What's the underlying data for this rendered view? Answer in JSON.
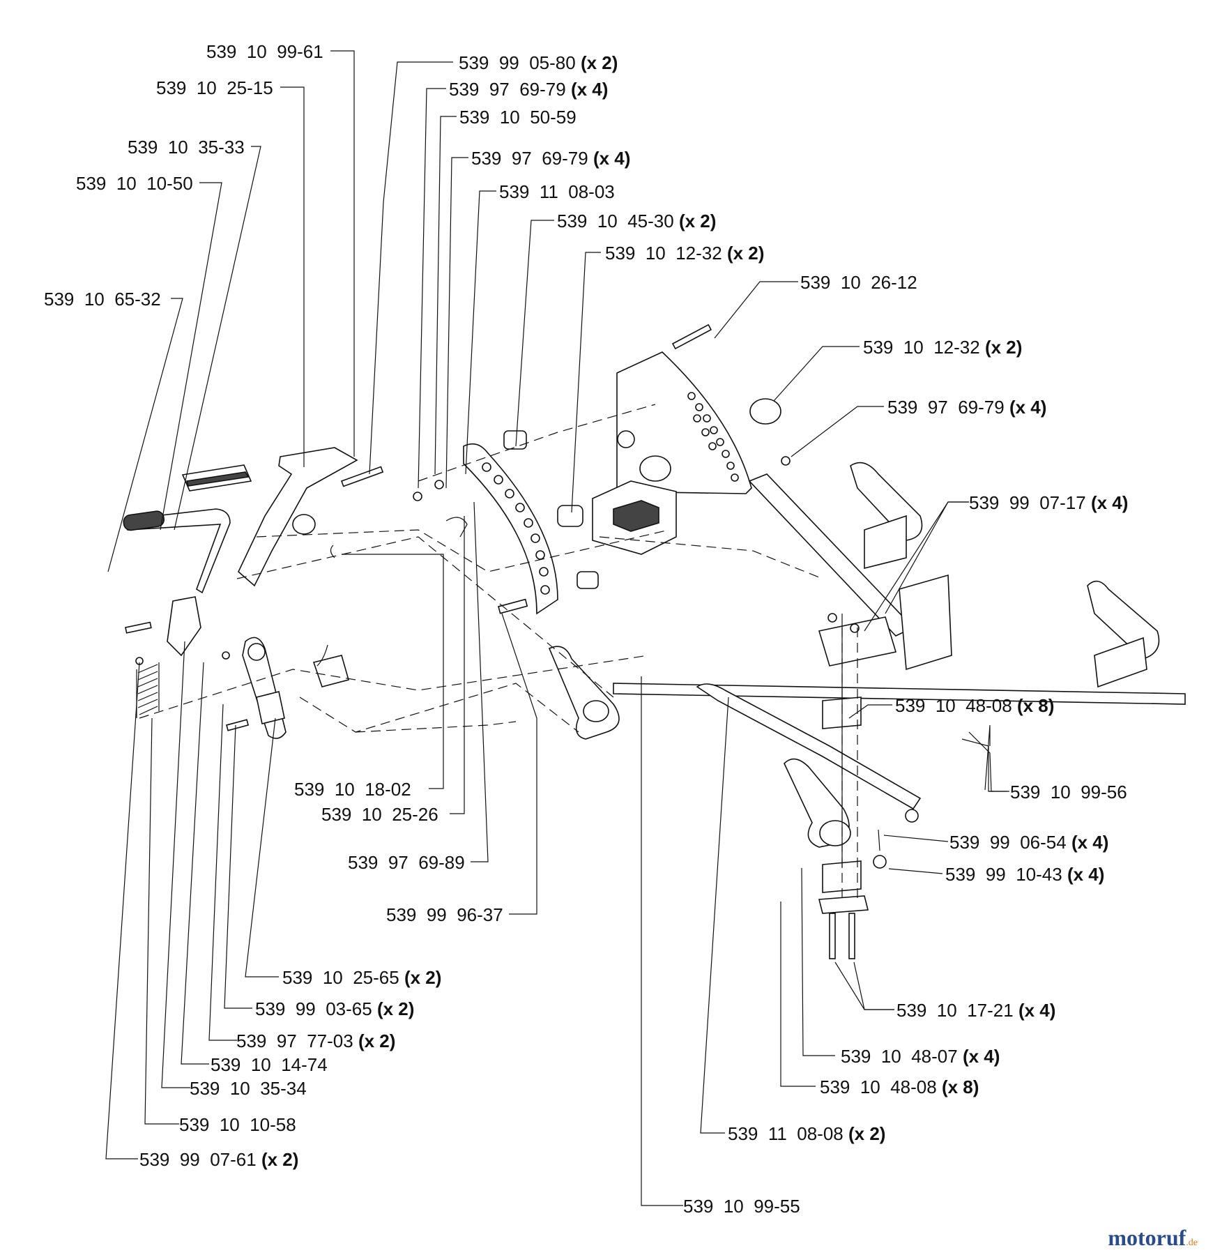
{
  "labels": [
    {
      "number": "539  10  99-61",
      "qty": ""
    },
    {
      "number": "539  10  25-15",
      "qty": ""
    },
    {
      "number": "539  10  35-33",
      "qty": ""
    },
    {
      "number": "539  10  10-50",
      "qty": ""
    },
    {
      "number": "539  10  65-32",
      "qty": ""
    },
    {
      "number": "539  99  05-80",
      "qty": "(x 2)"
    },
    {
      "number": "539  97  69-79",
      "qty": "(x 4)"
    },
    {
      "number": "539  10  50-59",
      "qty": ""
    },
    {
      "number": "539  97  69-79",
      "qty": "(x 4)"
    },
    {
      "number": "539  11  08-03",
      "qty": ""
    },
    {
      "number": "539  10  45-30",
      "qty": "(x 2)"
    },
    {
      "number": "539  10  12-32",
      "qty": "(x 2)"
    },
    {
      "number": "539  10  26-12",
      "qty": ""
    },
    {
      "number": "539  10  12-32",
      "qty": "(x 2)"
    },
    {
      "number": "539  97  69-79",
      "qty": "(x 4)"
    },
    {
      "number": "539  99  07-17",
      "qty": "(x 4)"
    },
    {
      "number": "539  10  48-08",
      "qty": "(x 8)"
    },
    {
      "number": "539  10  99-56",
      "qty": ""
    },
    {
      "number": "539  99  06-54",
      "qty": "(x 4)"
    },
    {
      "number": "539  99  10-43",
      "qty": "(x 4)"
    },
    {
      "number": "539  10  18-02",
      "qty": ""
    },
    {
      "number": "539  10  25-26",
      "qty": ""
    },
    {
      "number": "539  97  69-89",
      "qty": ""
    },
    {
      "number": "539  99  96-37",
      "qty": ""
    },
    {
      "number": "539  10  25-65",
      "qty": "(x 2)"
    },
    {
      "number": "539  99  03-65",
      "qty": "(x 2)"
    },
    {
      "number": "539  97  77-03",
      "qty": "(x 2)"
    },
    {
      "number": "539  10  14-74",
      "qty": ""
    },
    {
      "number": "539  10  35-34",
      "qty": ""
    },
    {
      "number": "539  10  10-58",
      "qty": ""
    },
    {
      "number": "539  99  07-61",
      "qty": "(x 2)"
    },
    {
      "number": "539  10  17-21",
      "qty": "(x 4)"
    },
    {
      "number": "539  10  48-07",
      "qty": "(x 4)"
    },
    {
      "number": "539  10  48-08",
      "qty": "(x 8)"
    },
    {
      "number": "539  11  08-08",
      "qty": "(x 2)"
    },
    {
      "number": "539  10  99-55",
      "qty": ""
    }
  ],
  "watermark": {
    "brand": "motoruf",
    "suffix": ".de"
  }
}
